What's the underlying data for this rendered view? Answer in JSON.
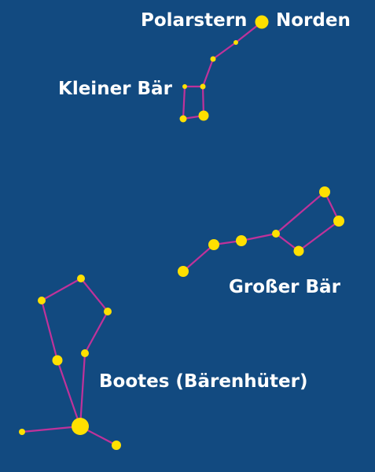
{
  "colors": {
    "background": "#124a80",
    "star": "#ffe000",
    "line": "#c0329a",
    "label": "#ffffff"
  },
  "labels": {
    "polarstern": "Polarstern",
    "norden": "Norden",
    "kleiner_baer": "Kleiner Bär",
    "grosser_baer": "Großer Bär",
    "bootes": "Bootes (Bärenhüter)"
  }
}
